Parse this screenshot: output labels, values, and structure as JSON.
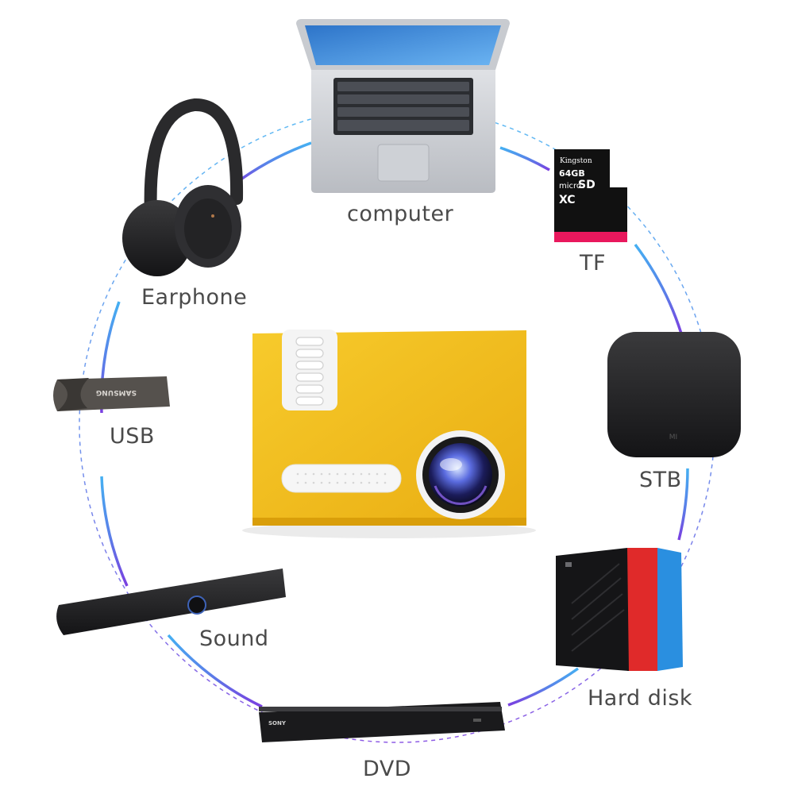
{
  "center_device": {
    "name": "projector-icon"
  },
  "devices": [
    {
      "key": "computer",
      "label": "computer",
      "icon": "laptop-icon"
    },
    {
      "key": "tf",
      "label": "TF",
      "icon": "sd-card-icon",
      "brand": "Kingston",
      "capacity": "64GB",
      "line1": "micro",
      "line2": "SD",
      "line3": "XC"
    },
    {
      "key": "stb",
      "label": "STB",
      "icon": "set-top-box-icon",
      "brand": "MI"
    },
    {
      "key": "hard_disk",
      "label": "Hard disk",
      "icon": "hard-disk-icon"
    },
    {
      "key": "dvd",
      "label": "DVD",
      "icon": "dvd-player-icon",
      "brand": "SONY"
    },
    {
      "key": "sound",
      "label": "Sound",
      "icon": "soundbar-icon"
    },
    {
      "key": "usb",
      "label": "USB",
      "icon": "usb-drive-icon",
      "brand": "SAMSUNG"
    },
    {
      "key": "earphone",
      "label": "Earphone",
      "icon": "headphones-icon"
    }
  ],
  "colors": {
    "ring_blue": "#3d9be9",
    "ring_purple": "#7a4be0",
    "projector_yellow": "#f2bf1f",
    "label_gray": "#4a4a4a"
  }
}
